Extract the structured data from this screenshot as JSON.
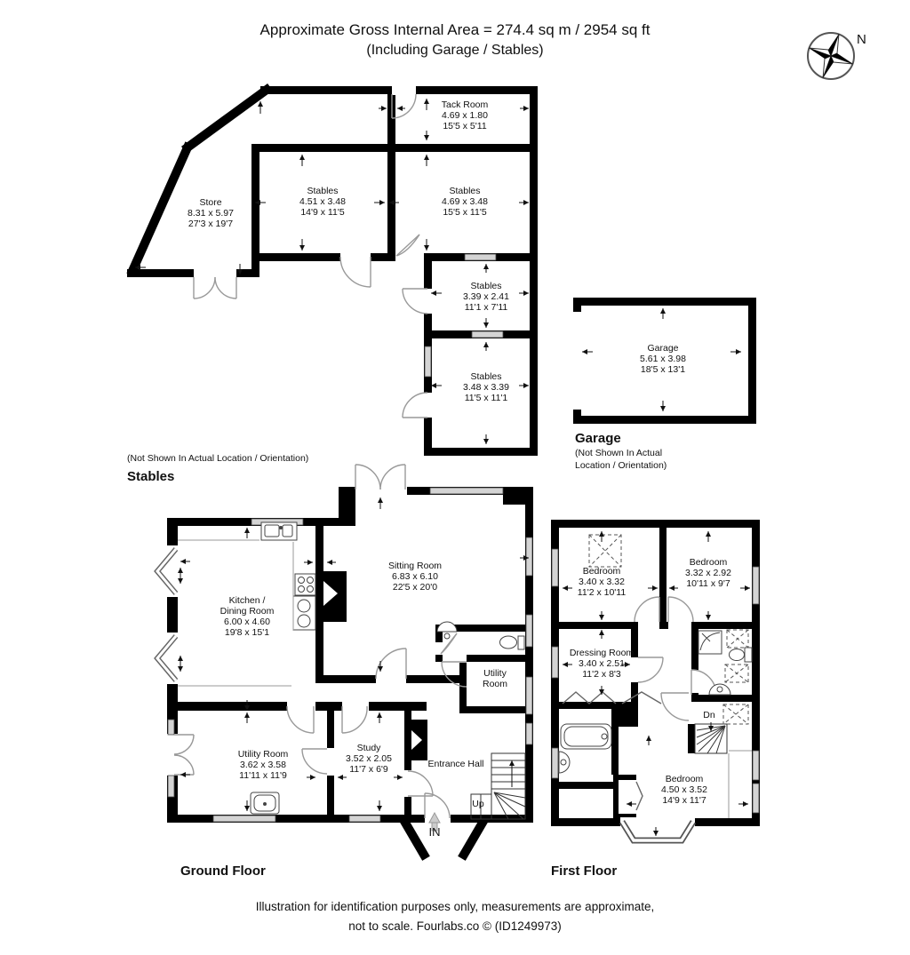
{
  "title": {
    "line1": "Approximate Gross Internal Area = 274.4 sq m / 2954 sq ft",
    "line2": "(Including Garage / Stables)"
  },
  "compass": {
    "label": "N"
  },
  "sections": {
    "stables": {
      "note": "(Not Shown In Actual Location / Orientation)",
      "label": "Stables"
    },
    "garage": {
      "label": "Garage",
      "note_line1": "(Not Shown In Actual",
      "note_line2": "Location / Orientation)"
    },
    "ground_floor": {
      "label": "Ground Floor"
    },
    "first_floor": {
      "label": "First Floor"
    }
  },
  "rooms": {
    "tack_room": {
      "name": "Tack Room",
      "metric": "4.69 x 1.80",
      "imperial": "15'5 x 5'11"
    },
    "store": {
      "name": "Store",
      "metric": "8.31 x 5.97",
      "imperial": "27'3 x 19'7"
    },
    "stables_a": {
      "name": "Stables",
      "metric": "4.51 x 3.48",
      "imperial": "14'9 x 11'5"
    },
    "stables_b": {
      "name": "Stables",
      "metric": "4.69 x 3.48",
      "imperial": "15'5 x 11'5"
    },
    "stables_c": {
      "name": "Stables",
      "metric": "3.39 x 2.41",
      "imperial": "11'1 x 7'11"
    },
    "stables_d": {
      "name": "Stables",
      "metric": "3.48 x 3.39",
      "imperial": "11'5 x 11'1"
    },
    "garage": {
      "name": "Garage",
      "metric": "5.61 x 3.98",
      "imperial": "18'5 x 13'1"
    },
    "kitchen": {
      "name_line1": "Kitchen /",
      "name_line2": "Dining Room",
      "metric": "6.00 x 4.60",
      "imperial": "19'8 x 15'1"
    },
    "sitting_room": {
      "name": "Sitting Room",
      "metric": "6.83 x 6.10",
      "imperial": "22'5 x 20'0"
    },
    "utility_small": {
      "name_line1": "Utility",
      "name_line2": "Room"
    },
    "utility_room": {
      "name": "Utility Room",
      "metric": "3.62 x 3.58",
      "imperial": "11'11 x 11'9"
    },
    "study": {
      "name": "Study",
      "metric": "3.52 x 2.05",
      "imperial": "11'7 x 6'9"
    },
    "entrance_hall": {
      "name": "Entrance Hall"
    },
    "bedroom_1": {
      "name": "Bedroom",
      "metric": "3.40 x 3.32",
      "imperial": "11'2 x 10'11"
    },
    "bedroom_2": {
      "name": "Bedroom",
      "metric": "3.32 x 2.92",
      "imperial": "10'11 x 9'7"
    },
    "dressing_room": {
      "name": "Dressing Room",
      "metric": "3.40 x 2.51",
      "imperial": "11'2 x 8'3"
    },
    "bedroom_3": {
      "name": "Bedroom",
      "metric": "4.50 x 3.52",
      "imperial": "14'9 x 11'7"
    }
  },
  "stairs": {
    "up": "Up",
    "down": "Dn"
  },
  "entrance": {
    "label": "IN"
  },
  "footer": {
    "line1": "Illustration for identification purposes only, measurements are approximate,",
    "line2": "not to scale. Fourlabs.co © (ID1249973)"
  },
  "colors": {
    "wall": "#000000",
    "door": "#999999",
    "window_fill": "#d4d4d4",
    "background": "#ffffff"
  }
}
